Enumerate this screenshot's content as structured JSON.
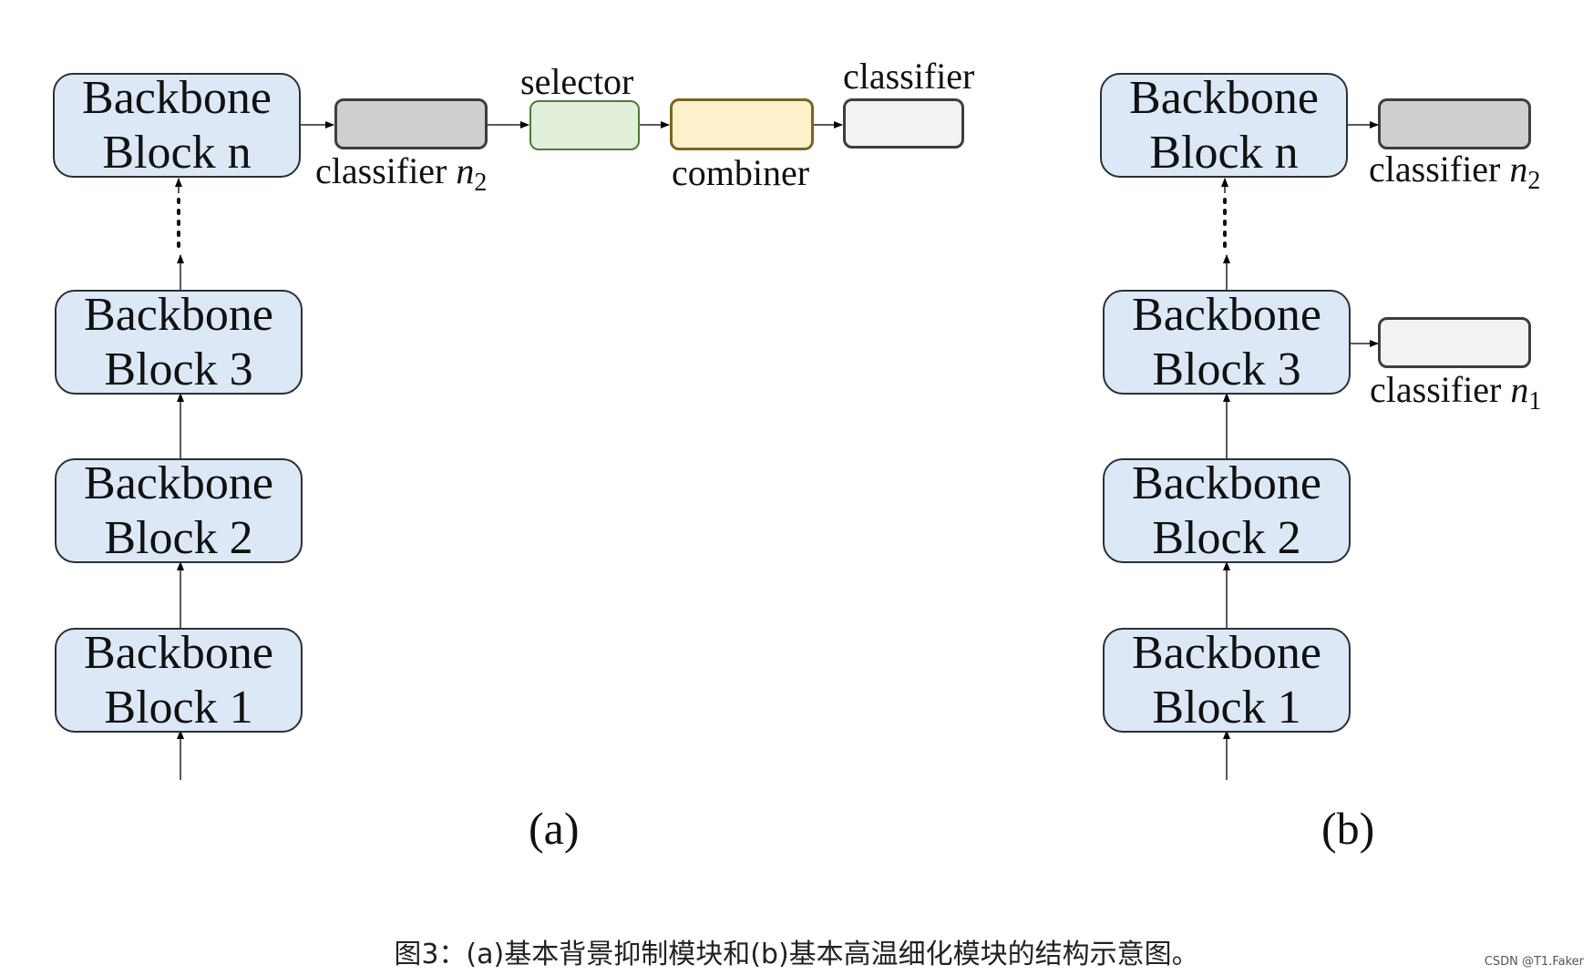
{
  "diagram_a": {
    "blocks": [
      {
        "line1": "Backbone",
        "line2": "Block n"
      },
      {
        "line1": "Backbone",
        "line2": "Block 3"
      },
      {
        "line1": "Backbone",
        "line2": "Block 2"
      },
      {
        "line1": "Backbone",
        "line2": "Block 1"
      }
    ],
    "classifier_n2": {
      "text": "classifier ",
      "var": "n",
      "sub": "2"
    },
    "selector_label": "selector",
    "combiner_label": "combiner",
    "classifier_label": "classifier",
    "panel_label": "(a)",
    "colors": {
      "block_fill": "#dce8f5",
      "classifier_fill": "#cfcfcf",
      "selector_fill": "#e2efd9",
      "selector_border": "#4f7a3a",
      "combiner_fill": "#fdf1cc",
      "combiner_border": "#7a6420",
      "final_fill": "#f2f2f2"
    }
  },
  "diagram_b": {
    "blocks": [
      {
        "line1": "Backbone",
        "line2": "Block n"
      },
      {
        "line1": "Backbone",
        "line2": "Block 3"
      },
      {
        "line1": "Backbone",
        "line2": "Block 2"
      },
      {
        "line1": "Backbone",
        "line2": "Block 1"
      }
    ],
    "classifier_n2": {
      "text": "classifier ",
      "var": "n",
      "sub": "2"
    },
    "classifier_n1": {
      "text": "classifier ",
      "var": "n",
      "sub": "1"
    },
    "panel_label": "(b)"
  },
  "caption": "图3：(a)基本背景抑制模块和(b)基本高温细化模块的结构示意图。",
  "watermark": "CSDN @T1.Faker"
}
